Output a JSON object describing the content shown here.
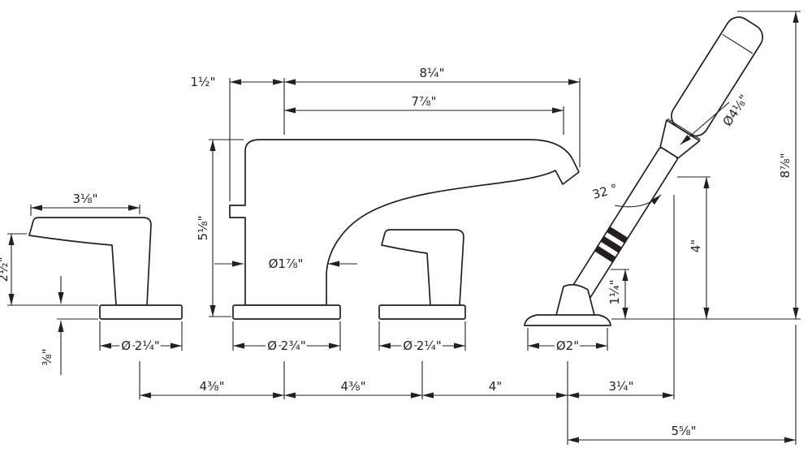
{
  "drawing": {
    "left_handle": {
      "width": "3⅛\"",
      "height": "2½\"",
      "base_height": "⅜\"",
      "base_dia": "Ø 2¼\""
    },
    "spout": {
      "offset": "1½\"",
      "reach": "8¼\"",
      "reach_inner": "7⅞\"",
      "height": "5⅛\"",
      "column_dia": "Ø1⅞\"",
      "base_dia": "Ø 2¾\""
    },
    "right_handle": {
      "base_dia": "Ø 2¼\""
    },
    "handshower": {
      "head_dia": "Ø4⅛\"",
      "angle": "32 °",
      "height_total": "8⅞\"",
      "height_pivot": "4\"",
      "grip_height": "1¼\"",
      "base_dia": "Ø2\""
    },
    "spacing": {
      "s1": "4⅜\"",
      "s2": "4⅜\"",
      "s3": "4\"",
      "s4": "3¼\"",
      "overall": "5⅝\""
    }
  },
  "colors": {
    "line": "#231f20",
    "background": "#ffffff"
  }
}
